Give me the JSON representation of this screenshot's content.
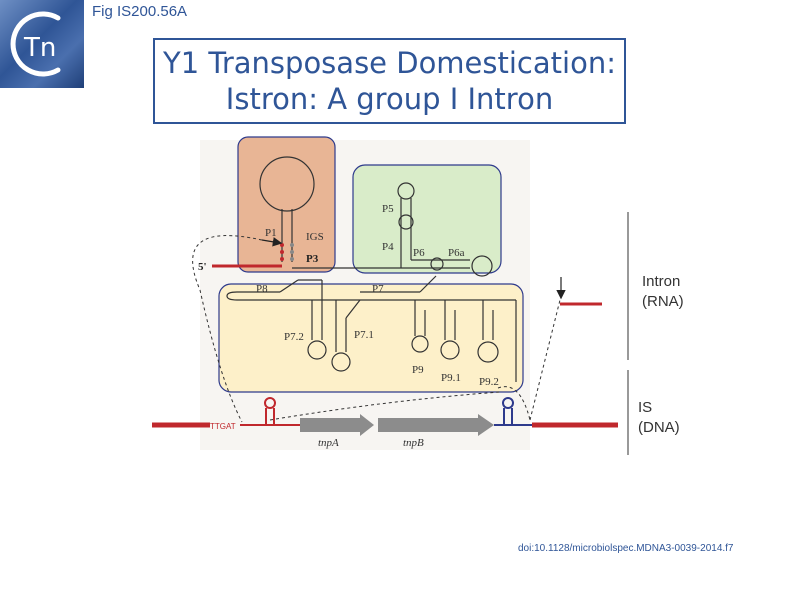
{
  "header": {
    "fig_label": "Fig IS200.56A",
    "logo_text": "Tn",
    "title_line1": "Y1 Transposase Domestication:",
    "title_line2": "Istron: A group I Intron"
  },
  "diagram": {
    "five_prime": "5'",
    "helices": {
      "p1": "P1",
      "igs": "IGS",
      "p3": "P3",
      "p4": "P4",
      "p5": "P5",
      "p6": "P6",
      "p6a": "P6a",
      "p7": "P7",
      "p7_1": "P7.1",
      "p7_2": "P7.2",
      "p8": "P8",
      "p9": "P9",
      "p9_1": "P9.1",
      "p9_2": "P9.2"
    },
    "dna": {
      "ttgat": "TTGAT",
      "tnpA": "tnpA",
      "tnpB": "tnpB"
    },
    "side_labels": {
      "intron": "Intron",
      "rna": "(RNA)",
      "is": "IS",
      "dna": "(DNA)"
    },
    "colors": {
      "p1_box": "#e8b595",
      "p5_box": "#d9ecc9",
      "core_box": "#fdf0c9",
      "red_line": "#c0282d",
      "blue_line": "#2e3a8c",
      "arrow_gray": "#8c8c8c"
    }
  },
  "footer": {
    "doi": "doi:10.1128/microbiolspec.MDNA3-0039-2014.f7"
  }
}
